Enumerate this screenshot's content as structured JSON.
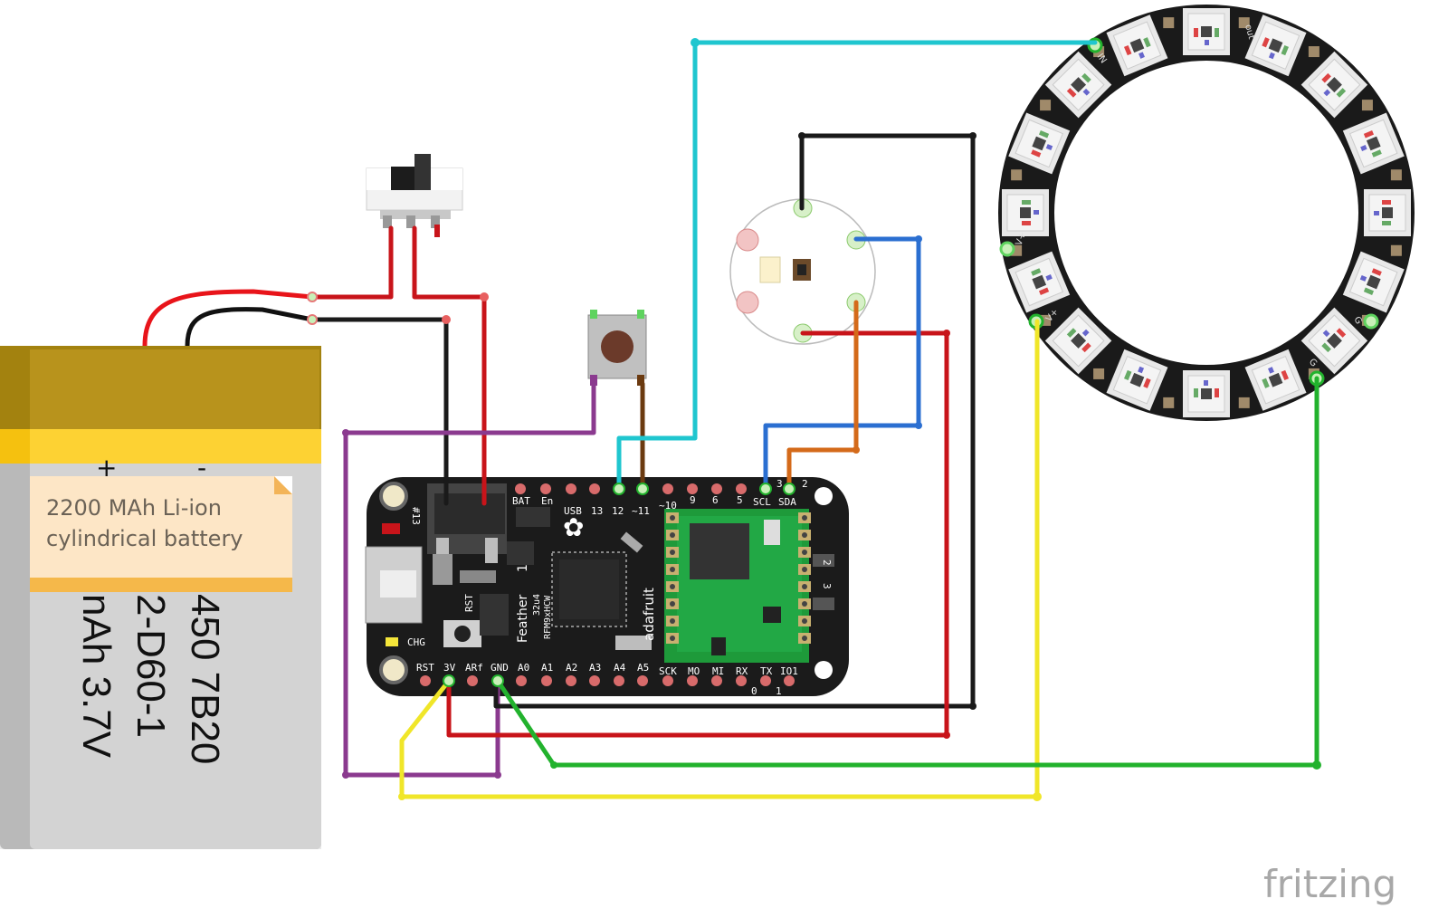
{
  "battery": {
    "plus": "+",
    "minus": "-",
    "line1": "450 7B20",
    "line2": "2-D60-1",
    "line3": "nAh 3.7V"
  },
  "note": {
    "line1": "2200 MAh Li-ion",
    "line2": "cylindrical battery"
  },
  "feather": {
    "top_pins": [
      "BAT",
      "En",
      "USB",
      "13",
      "12",
      "~11",
      "~10",
      "9",
      "6",
      "5",
      "SCL",
      "SDA"
    ],
    "top_pin_sub": [
      "3",
      "2"
    ],
    "bottom_pins": [
      "RST",
      "3V",
      "ARf",
      "GND",
      "A0",
      "A1",
      "A2",
      "A3",
      "A4",
      "A5",
      "SCK",
      "MO",
      "MI",
      "RX",
      "TX",
      "IO1"
    ],
    "bottom_pin_sub": [
      "0",
      "1"
    ],
    "side_labels": [
      "#13",
      "CHG",
      "RST"
    ],
    "brand": "adafruit",
    "model": "Feather",
    "model_num": "1",
    "chip": "32u4",
    "radio": "RFM9xHCW",
    "side_marks": [
      "2",
      "3"
    ]
  },
  "ring": {
    "labels": [
      "IN",
      "out",
      "V+",
      "V+",
      "G",
      "G"
    ]
  },
  "fritzing": "fritzing",
  "colors": {
    "red": "#c8141a",
    "black": "#1a1a1a",
    "purple": "#8b3a8f",
    "cyan": "#1fc6cf",
    "brown": "#6b3a10",
    "blue": "#2b6fd1",
    "orange": "#d46a1a",
    "yellow": "#f0e629",
    "green": "#22b22d",
    "board": "#1b1b1b",
    "pad": "#d86b6b",
    "battery_gold": "#b38f12",
    "battery_yellow": "#f6c514",
    "battery_gray": "#d6d6d6"
  }
}
